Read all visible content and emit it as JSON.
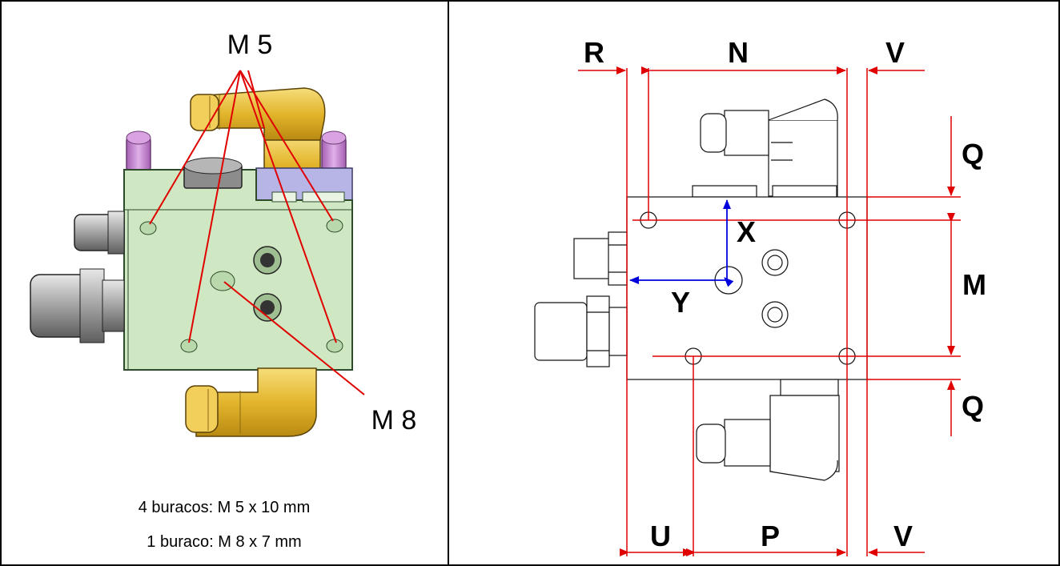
{
  "left_panel": {
    "callout_top": "M 5",
    "callout_bottom": "M 8",
    "note_line1": "4 buracos: M 5 x 10 mm",
    "note_line2": "1 buraco: M 8 x 7 mm"
  },
  "right_panel": {
    "dim_r": "R",
    "dim_n": "N",
    "dim_v_top": "V",
    "dim_q_top": "Q",
    "dim_m": "M",
    "dim_q_bottom": "Q",
    "dim_u": "U",
    "dim_p": "P",
    "dim_v_bottom": "V",
    "axis_x": "X",
    "axis_y": "Y"
  },
  "colors": {
    "block_green": "#cfe8c3",
    "fitting_yellow": "#e8c23a",
    "plug_purple": "#c98bd4",
    "dimension_red": "#e00000",
    "axis_blue": "#0000dd"
  }
}
